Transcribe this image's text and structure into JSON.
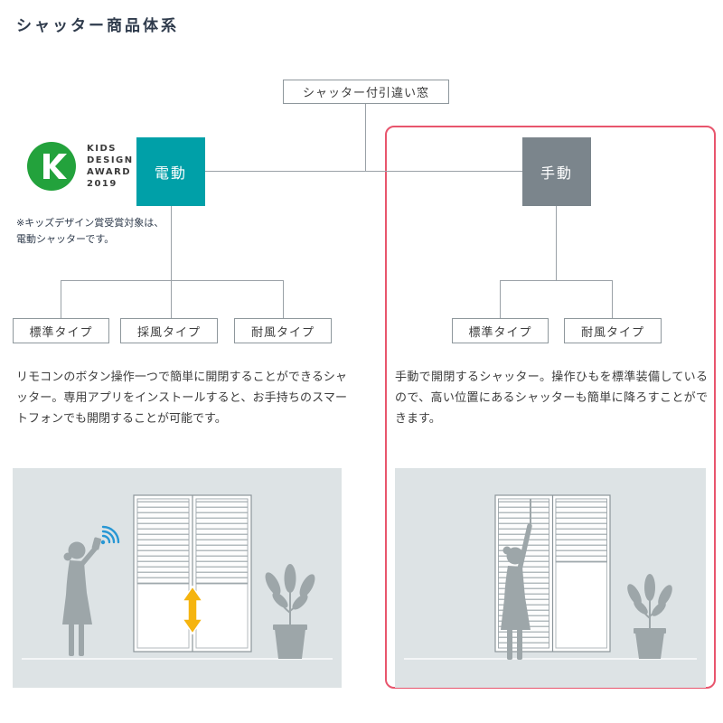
{
  "page": {
    "title": "シャッター商品体系"
  },
  "tree": {
    "root": "シャッター付引違い窓",
    "electric": {
      "label": "電動",
      "children": [
        "標準タイプ",
        "採風タイプ",
        "耐風タイプ"
      ],
      "description": "リモコンのボタン操作一つで簡単に開閉することができるシャッター。専用アプリをインストールすると、お手持ちのスマートフォンでも開閉することが可能です。"
    },
    "manual": {
      "label": "手動",
      "children": [
        "標準タイプ",
        "耐風タイプ"
      ],
      "description": "手動で開閉するシャッター。操作ひもを標準装備しているので、高い位置にあるシャッターも簡単に降ろすことができます。"
    }
  },
  "award": {
    "line1": "KIDS",
    "line2": "DESIGN",
    "line3": "AWARD",
    "line4": "2019",
    "note1": "※キッズデザイン賞受賞対象は、",
    "note2": "電動シャッターです。"
  },
  "colors": {
    "title": "#2f3b4c",
    "teal": "#00a0a8",
    "gray-node": "#7b858c",
    "frame-red": "#e8556d",
    "line": "#9aa1a7",
    "box-border": "#8e979c",
    "illus-bg": "#dde3e5",
    "silhouette": "#9da6a9",
    "arrow-yellow": "#f5b40f",
    "wifi-blue": "#2897d4",
    "award-green": "#23a23c",
    "text": "#3c3c3c"
  }
}
